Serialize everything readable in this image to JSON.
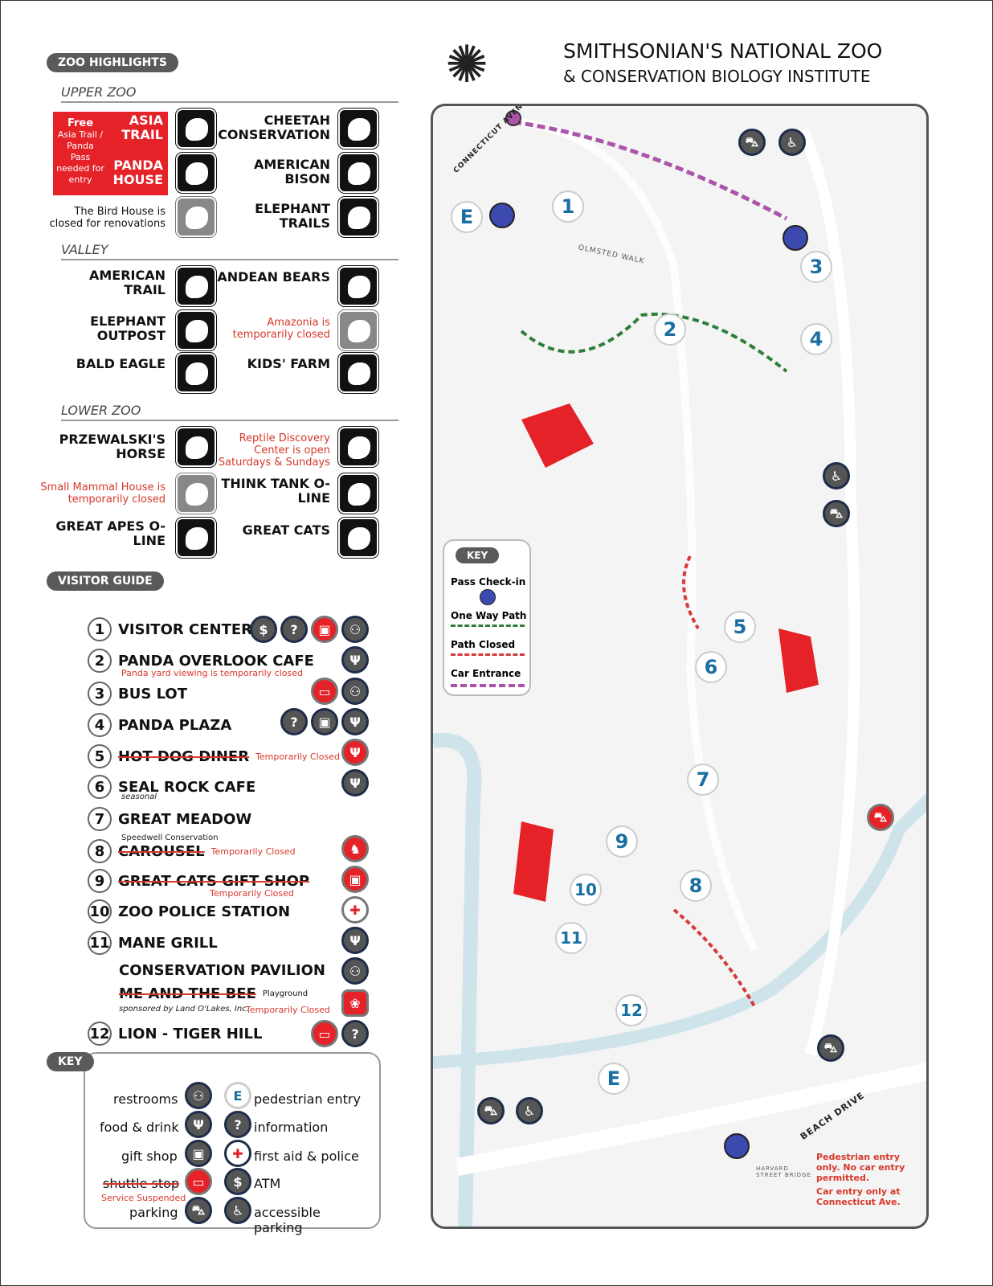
{
  "title": {
    "line1": "SMITHSONIAN'S NATIONAL ZOO",
    "line2": "& CONSERVATION BIOLOGY INSTITUTE"
  },
  "highlights": {
    "heading": "ZOO HIGHLIGHTS",
    "upper_zoo": {
      "label": "UPPER ZOO",
      "free_note": {
        "title": "Free",
        "text": "Asia Trail / Panda Pass needed for entry"
      },
      "items": [
        "ASIA TRAIL",
        "PANDA HOUSE",
        "CHEETAH CONSERVATION",
        "AMERICAN BISON",
        "ELEPHANT TRAILS"
      ],
      "bird_house_note": "The Bird House is closed for renovations"
    },
    "valley": {
      "label": "VALLEY",
      "items": [
        "AMERICAN TRAIL",
        "ANDEAN BEARS",
        "ELEPHANT OUTPOST",
        "BALD EAGLE",
        "KIDS' FARM"
      ],
      "amazonia_note": "Amazonia is temporarily closed"
    },
    "lower_zoo": {
      "label": "LOWER ZOO",
      "items": [
        "PRZEWALSKI'S HORSE",
        "THINK TANK O-LINE",
        "GREAT APES O-LINE",
        "GREAT CATS"
      ],
      "reptile_note": "Reptile Discovery Center is open Saturdays & Sundays",
      "small_mammal_note": "Small Mammal House is temporarily closed"
    }
  },
  "visitor_guide": {
    "heading": "VISITOR GUIDE",
    "items": [
      {
        "num": "1",
        "name": "VISITOR CENTER"
      },
      {
        "num": "2",
        "name": "PANDA OVERLOOK CAFE",
        "sub": "Panda yard viewing is temporarily closed"
      },
      {
        "num": "3",
        "name": "BUS LOT"
      },
      {
        "num": "4",
        "name": "PANDA PLAZA"
      },
      {
        "num": "5",
        "name": "HOT DOG DINER",
        "status": "Temporarily Closed"
      },
      {
        "num": "6",
        "name": "SEAL ROCK CAFE",
        "sub": "seasonal"
      },
      {
        "num": "7",
        "name": "GREAT MEADOW"
      },
      {
        "num": "8",
        "name": "CAROUSEL",
        "pre": "Speedwell Conservation",
        "status": "Temporarily Closed"
      },
      {
        "num": "9",
        "name": "GREAT CATS GIFT SHOP",
        "status": "Temporarily Closed"
      },
      {
        "num": "10",
        "name": "ZOO POLICE STATION"
      },
      {
        "num": "11",
        "name": "MANE GRILL"
      },
      {
        "num": "",
        "name": "CONSERVATION PAVILION"
      },
      {
        "num": "",
        "name": "ME AND THE BEE",
        "post": "Playground",
        "sub": "sponsored by Land O'Lakes, Inc.",
        "status": "Temporarily Closed"
      },
      {
        "num": "12",
        "name": "LION - TIGER HILL"
      }
    ]
  },
  "key": {
    "heading": "KEY",
    "items": [
      "restrooms",
      "food & drink",
      "gift shop",
      "shuttle stop",
      "parking",
      "pedestrian entry",
      "information",
      "first aid & police",
      "ATM",
      "accessible parking"
    ],
    "shuttle_note": "Service Suspended"
  },
  "map_key": {
    "heading": "KEY",
    "items": [
      "Pass Check-in",
      "One Way Path",
      "Path Closed",
      "Car Entrance"
    ]
  },
  "map": {
    "numbers": [
      "1",
      "2",
      "3",
      "4",
      "5",
      "6",
      "7",
      "8",
      "9",
      "10",
      "11",
      "12"
    ],
    "entry": "E",
    "labels": {
      "connecticut": "CONNECTICUT AVENUE",
      "olmsted": "OLMSTED WALK",
      "beach": "BEACH DRIVE",
      "harvard": "HARVARD STREET BRIDGE"
    },
    "note1": "Pedestrian entry only. No car entry permitted.",
    "note2": "Car entry only at Connecticut Ave."
  }
}
